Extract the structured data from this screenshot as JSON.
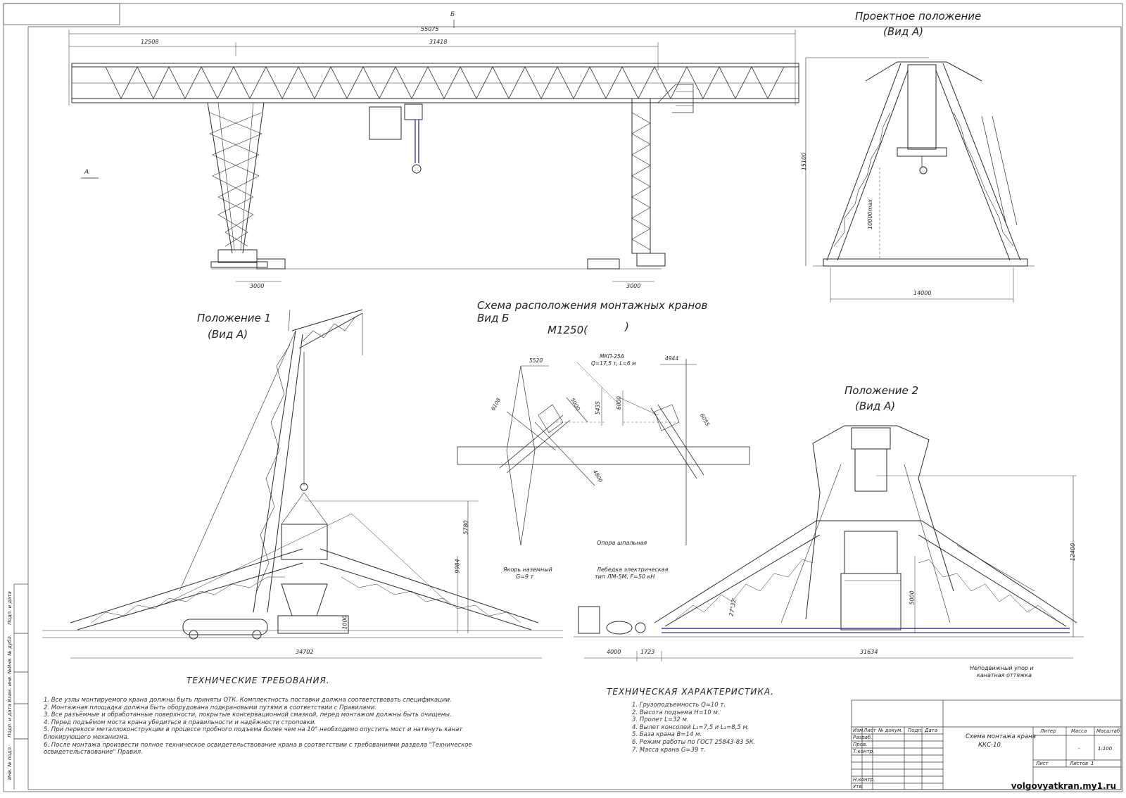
{
  "views": {
    "project_position": {
      "title": "Проектное положение",
      "subtitle": "(Вид А)"
    },
    "position_1": {
      "title": "Положение 1",
      "subtitle": "(Вид А)"
    },
    "position_2": {
      "title": "Положение 2",
      "subtitle": "(Вид А)"
    },
    "crane_scheme": {
      "title": "Схема расположения монтажных кранов",
      "subtitle": "Вид Б",
      "crane_model": "М1250(",
      "crane_model_close": ")"
    }
  },
  "marks": {
    "view_b": "Б",
    "view_a": "А"
  },
  "dimensions": {
    "front_total": "55075",
    "front_left": "12508",
    "front_span": "31418",
    "front_base_left": "3000",
    "front_base_right": "3000",
    "side_height": "15100",
    "side_lift": "10000max",
    "side_base": "14000",
    "pos1_height": "5780",
    "pos1_h2": "9984",
    "pos1_h3": "1000",
    "pos1_width": "34702",
    "pos2_height": "12400",
    "pos2_h2": "5000",
    "pos2_angle": "27°32'",
    "pos2_w1": "4000",
    "pos2_w2": "1723",
    "pos2_w3": "31634",
    "scheme_5520": "5520",
    "scheme_4944": "4944",
    "scheme_6108": "6108",
    "scheme_5000": "5000",
    "scheme_5435": "5435",
    "scheme_6000": "6000",
    "scheme_6055": "6055",
    "scheme_4800": "4800"
  },
  "scheme_labels": {
    "crane_spec_1": "МКП-25А",
    "crane_spec_2": "Q=17,5 т, L=6 м",
    "anchor_1": "Якорь наземный",
    "anchor_2": "G=9 т",
    "winch_1": "Лебедка электрическая",
    "winch_2": "тип ЛМ-5М, F=50 кН",
    "support": "Опора шпальная"
  },
  "pos2_note_1": "Неподвижный упор и",
  "pos2_note_2": "канатная оттяжка",
  "tech_requirements": {
    "title": "ТЕХНИЧЕСКИЕ ТРЕБОВАНИЯ.",
    "items": [
      "1. Все узлы монтируемого крана должны быть приняты ОТК. Комплектность поставки должна соответствовать спецификации.",
      "2. Монтажная площадка должна быть оборудована подкрановыми путями в соответствии с Правилами.",
      "3. Все разъёмные и обработанные поверхности, покрытые консервационной смазкой, перед монтажом должны быть очищены.",
      "4. Перед подъёмом моста крана убедиться в правильности и надёжности строповки.",
      "5. При перекосе металлоконструкции в процессе пробного подъема более чем на 10° необходимо опустить мост и натянуть канат",
      "   блокирующего механизма.",
      "6. После монтажа произвести полное техническое освидетельствование крана в соответствии с требованиями раздела \"Техническое",
      "   освидетельствование\" Правил."
    ]
  },
  "tech_specs": {
    "title": "ТЕХНИЧЕСКАЯ ХАРАКТЕРИСТИКА.",
    "items": [
      "1. Грузоподъемность Q=10 т.",
      "2. Высота подъема H=10 м.",
      "3. Пролет L=32 м.",
      "4. Вылет консолей L₁=7,5 и L₂=8,5 м.",
      "5. База крана B=14 м.",
      "6. Режим работы по ГОСТ 25843-83 5К.",
      "7. Масса крана G=39 т."
    ]
  },
  "title_block": {
    "drawing_name_1": "Схема монтажа крана",
    "drawing_name_2": "ККС-10",
    "headers": [
      "Изм",
      "Лист",
      "№ докум.",
      "Подп.",
      "Дата"
    ],
    "roles": [
      "Разраб.",
      "Пров.",
      "Т.контр.",
      "Н.контр.",
      "Утв."
    ],
    "litera": "Литер",
    "mass": "Масса",
    "scale": "Масштаб",
    "mass_value": "-",
    "scale_value": "1:100",
    "sheet": "Лист",
    "sheets": "Листов",
    "sheets_value": "1"
  },
  "left_stamp": [
    "Инв. № подл.",
    "Подп. и дата",
    "Взам. инв. №",
    "Инв. № дубл.",
    "Подп. и дата"
  ],
  "watermark": "volgovyatkran.my1.ru"
}
